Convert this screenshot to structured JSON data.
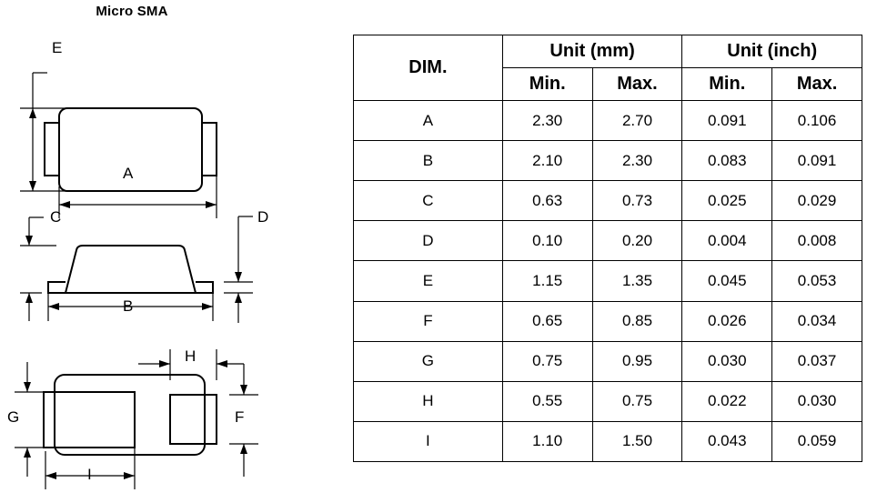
{
  "title": "Micro SMA",
  "table": {
    "dim_header": "DIM.",
    "group_headers": [
      "Unit (mm)",
      "Unit (inch)"
    ],
    "sub_headers": [
      "Min.",
      "Max.",
      "Min.",
      "Max."
    ],
    "rows": [
      {
        "dim": "A",
        "mm_min": "2.30",
        "mm_max": "2.70",
        "in_min": "0.091",
        "in_max": "0.106"
      },
      {
        "dim": "B",
        "mm_min": "2.10",
        "mm_max": "2.30",
        "in_min": "0.083",
        "in_max": "0.091"
      },
      {
        "dim": "C",
        "mm_min": "0.63",
        "mm_max": "0.73",
        "in_min": "0.025",
        "in_max": "0.029"
      },
      {
        "dim": "D",
        "mm_min": "0.10",
        "mm_max": "0.20",
        "in_min": "0.004",
        "in_max": "0.008"
      },
      {
        "dim": "E",
        "mm_min": "1.15",
        "mm_max": "1.35",
        "in_min": "0.045",
        "in_max": "0.053"
      },
      {
        "dim": "F",
        "mm_min": "0.65",
        "mm_max": "0.85",
        "in_min": "0.026",
        "in_max": "0.034"
      },
      {
        "dim": "G",
        "mm_min": "0.75",
        "mm_max": "0.95",
        "in_min": "0.030",
        "in_max": "0.037"
      },
      {
        "dim": "H",
        "mm_min": "0.55",
        "mm_max": "0.75",
        "in_min": "0.022",
        "in_max": "0.030"
      },
      {
        "dim": "I",
        "mm_min": "1.10",
        "mm_max": "1.50",
        "in_min": "0.043",
        "in_max": "0.059"
      }
    ]
  },
  "drawings": {
    "top_view": {
      "labels": {
        "height": "E",
        "width": "A"
      }
    },
    "side_view": {
      "labels": {
        "standoff": "C",
        "width": "B",
        "lead_thickness": "D"
      }
    },
    "bottom_view": {
      "labels": {
        "pad_height": "G",
        "small_pad_height": "F",
        "gap": "H",
        "pad_width": "I"
      }
    }
  },
  "colors": {
    "line": "#000000",
    "background": "#ffffff"
  }
}
